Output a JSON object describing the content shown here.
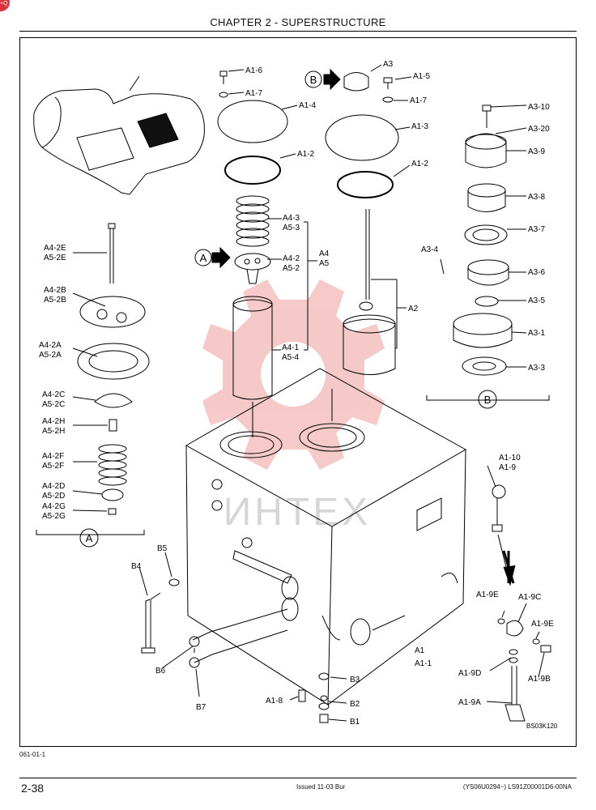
{
  "header": {
    "title": "CHAPTER 2 - SUPERSTRUCTURE"
  },
  "corner_badge": "+Q",
  "watermark": "ИНТЕХ",
  "figure": {
    "labels": {
      "a1_6": "A1-6",
      "a1_7_left": "A1-7",
      "a1_4": "A1-4",
      "a1_2_left": "A1-2",
      "a4_3": "A4-3",
      "a5_3": "A5-3",
      "a4_2": "A4-2",
      "a5_2": "A5-2",
      "a4": "A4",
      "a5": "A5",
      "a4_1": "A4-1",
      "a5_4": "A5-4",
      "a3": "A3",
      "a1_5": "A1-5",
      "a1_7_right": "A1-7",
      "a1_3": "A1-3",
      "a1_2_right": "A1-2",
      "a2": "A2",
      "a3_10": "A3-10",
      "a3_20": "A3-20",
      "a3_9": "A3-9",
      "a3_8": "A3-8",
      "a3_7": "A3-7",
      "a3_4": "A3-4",
      "a3_6": "A3-6",
      "a3_5": "A3-5",
      "a3_1": "A3-1",
      "a3_3": "A3-3",
      "a4_2e": "A4-2E",
      "a5_2e": "A5-2E",
      "a4_2b": "A4-2B",
      "a5_2b": "A5-2B",
      "a4_2a": "A4-2A",
      "a5_2a": "A5-2A",
      "a4_2c": "A4-2C",
      "a5_2c": "A5-2C",
      "a4_2h": "A4-2H",
      "a5_2h": "A5-2H",
      "a4_2f": "A4-2F",
      "a5_2f": "A5-2F",
      "a4_2d": "A4-2D",
      "a5_2d": "A5-2D",
      "a4_2g": "A4-2G",
      "a5_2g": "A5-2G",
      "a1_10": "A1-10",
      "a1_9": "A1-9",
      "a1_9e_top": "A1-9E",
      "a1_9c": "A1-9C",
      "a1_9e": "A1-9E",
      "a1_9d": "A1-9D",
      "a1_9b": "A1-9B",
      "a1_9a": "A1-9A",
      "b5": "B5",
      "b4": "B4",
      "b6": "B6",
      "b7": "B7",
      "a1": "A1",
      "a1_1": "A1-1",
      "b3": "B3",
      "a1_8": "A1-8",
      "b2": "B2",
      "b1": "B1",
      "callout_a": "A",
      "callout_b": "B",
      "group_a": "A",
      "group_b": "B",
      "fig_code": "BS03K120"
    }
  },
  "footer": {
    "code_left": "061-01-1",
    "page_number": "2-38",
    "issued": "Issued 11-03   Bur",
    "doc_code": "(YS06U0294~)   LS91Z00001D6-00NA"
  }
}
